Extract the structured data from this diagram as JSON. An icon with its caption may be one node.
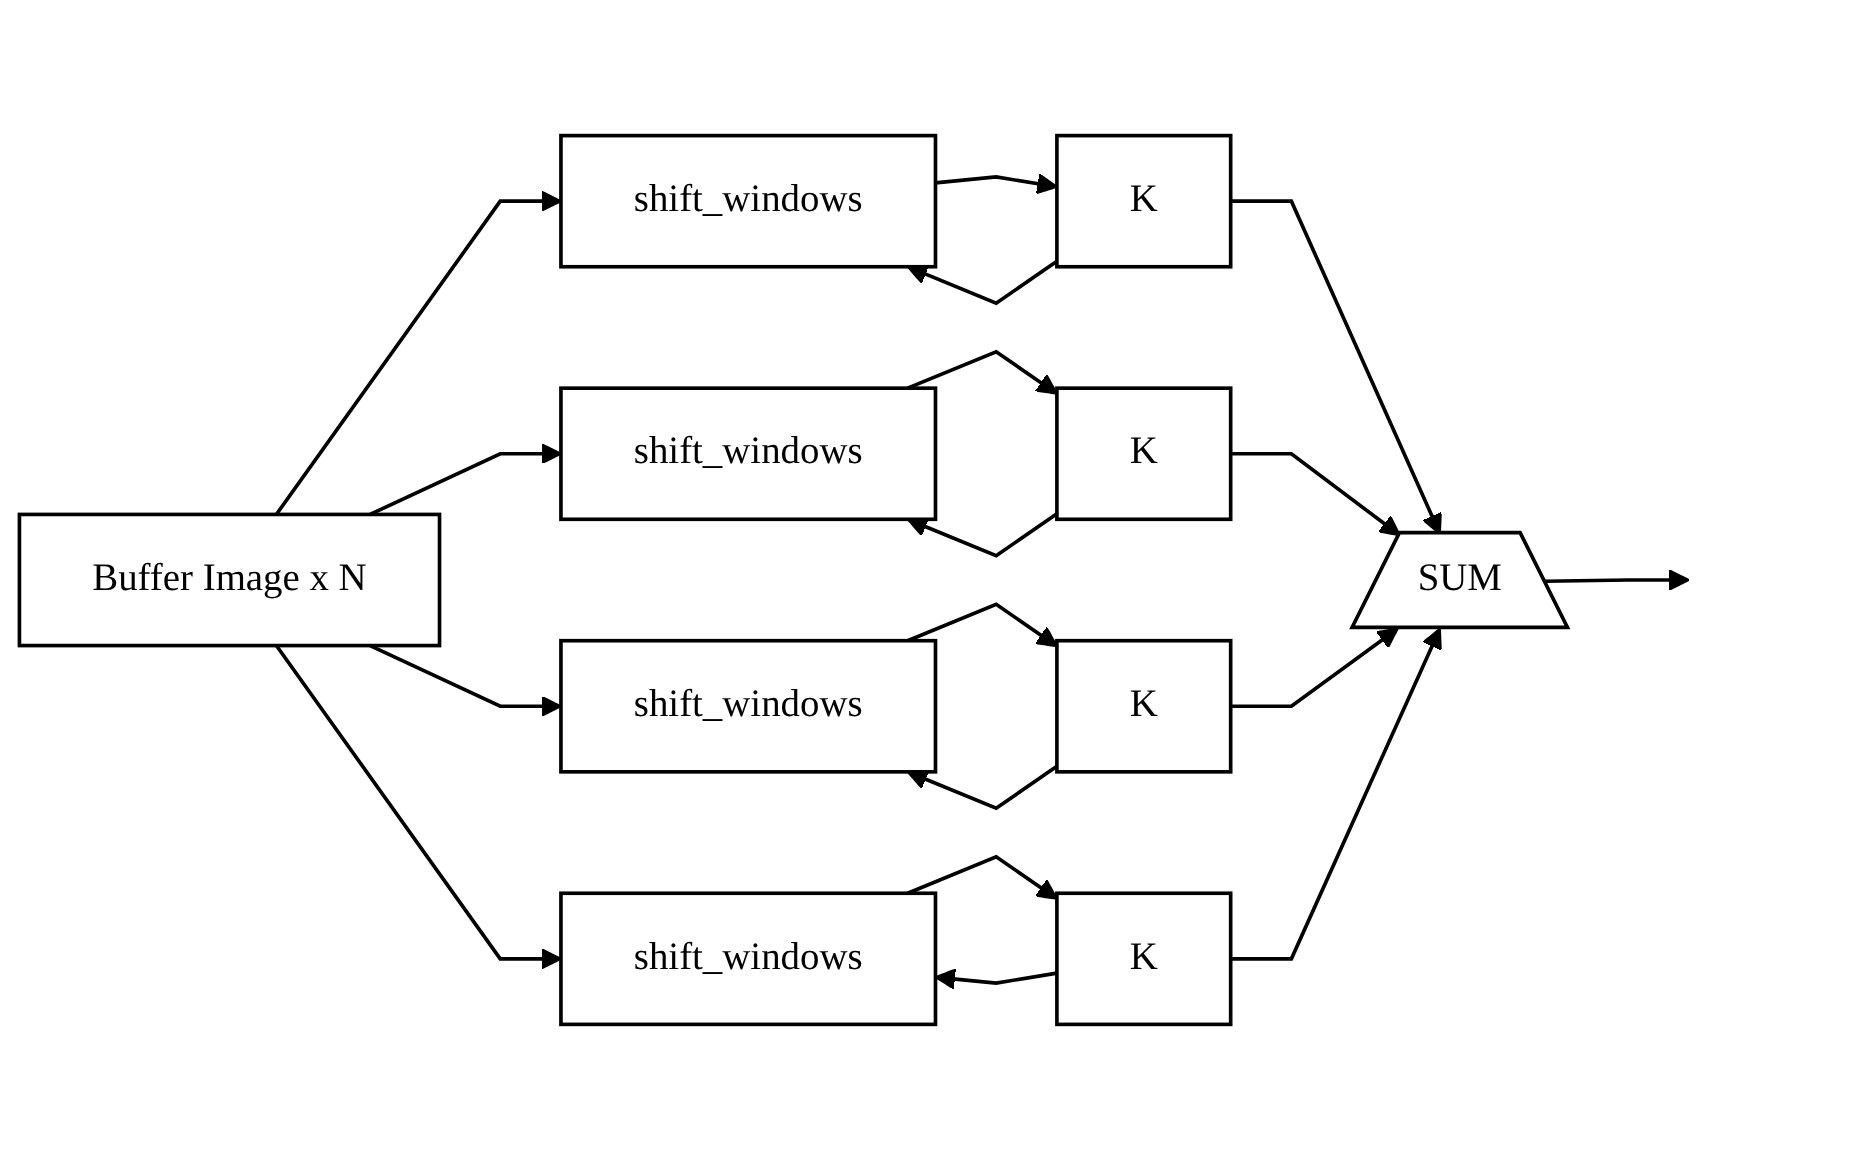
{
  "diagram": {
    "nodes": [
      {
        "text": [
          "Buffer Image x N"
        ]
      },
      {
        "text": [
          "shift_windows"
        ]
      },
      {
        "text": [
          "K"
        ]
      },
      {
        "text": [
          "shift_windows"
        ]
      },
      {
        "text": [
          "K"
        ]
      },
      {
        "text": [
          "shift_windows"
        ]
      },
      {
        "text": [
          "K"
        ]
      },
      {
        "text": [
          "shift_windows"
        ]
      },
      {
        "text": [
          "K"
        ]
      },
      {
        "text": [
          "SUM"
        ]
      }
    ],
    "edges": [
      {
        "from": 0,
        "to": 1,
        "arrow": "to"
      },
      {
        "from": 1,
        "to": 2,
        "arrow": "to"
      },
      {
        "from": 2,
        "to": 1,
        "arrow": "to"
      },
      {
        "from": 0,
        "to": 3,
        "arrow": "to"
      },
      {
        "from": 3,
        "to": 4,
        "arrow": "to"
      },
      {
        "from": 4,
        "to": 3,
        "arrow": "to"
      },
      {
        "from": 0,
        "to": 5,
        "arrow": "to"
      },
      {
        "from": 5,
        "to": 6,
        "arrow": "to"
      },
      {
        "from": 6,
        "to": 5,
        "arrow": "to"
      },
      {
        "from": 0,
        "to": 7,
        "arrow": "to"
      },
      {
        "from": 7,
        "to": 8,
        "arrow": "to"
      },
      {
        "from": 8,
        "to": 7,
        "arrow": "to"
      },
      {
        "from": 2,
        "to": 9,
        "arrow": "to"
      },
      {
        "from": 4,
        "to": 9,
        "arrow": "to"
      },
      {
        "from": 6,
        "to": 9,
        "arrow": "to"
      },
      {
        "from": 8,
        "to": 9,
        "arrow": "to"
      },
      {
        "from": 9,
        "to": null,
        "arrow": "to"
      }
    ]
  }
}
